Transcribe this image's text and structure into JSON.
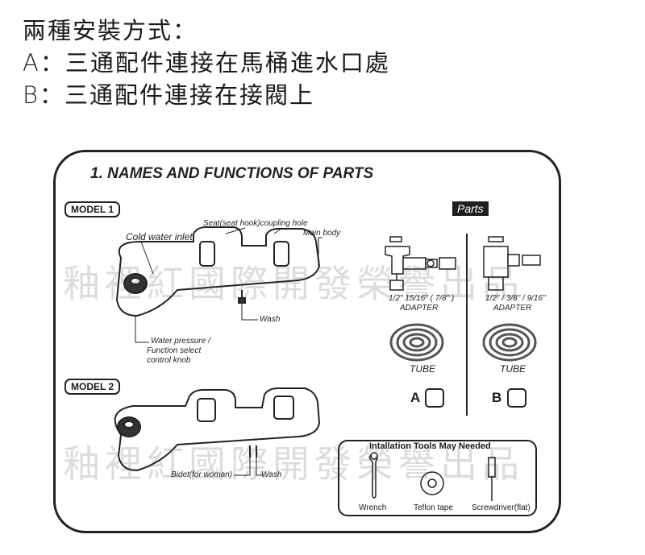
{
  "heading": {
    "line1": "兩種安裝方式：",
    "line2": "A：三通配件連接在馬桶進水口處",
    "line3": "B：三通配件連接在接閥上"
  },
  "panel": {
    "title": "1. NAMES AND FUNCTIONS OF PARTS",
    "model1": "MODEL 1",
    "model2": "MODEL 2",
    "parts": "Parts",
    "labels": {
      "cold_water_inlet": "Cold water inlet",
      "seat_hook": "Seat(seat hook)coupling hole",
      "main_body": "Main body",
      "wash": "Wash",
      "water_pressure_1": "Water pressure /",
      "water_pressure_2": "Function select",
      "water_pressure_3": "control knob",
      "bidet": "Bidet(for woman)",
      "wash2": "Wash"
    },
    "adapter_a_sizes": "1/2\"  15/16\"  ( 7/8\" )",
    "adapter_b_sizes": "1/2\" / 3/8\" / 9/16\"",
    "adapter": "ADAPTER",
    "tube": "TUBE",
    "option_a": "A",
    "option_b": "B"
  },
  "tools": {
    "title": "Intallation Tools May Needed",
    "wrench": "Wrench",
    "teflon": "Teflon tape",
    "screwdriver": "Screwdriver(flat)"
  },
  "watermark": {
    "text": "釉裡紅國際開發榮譽出品"
  }
}
